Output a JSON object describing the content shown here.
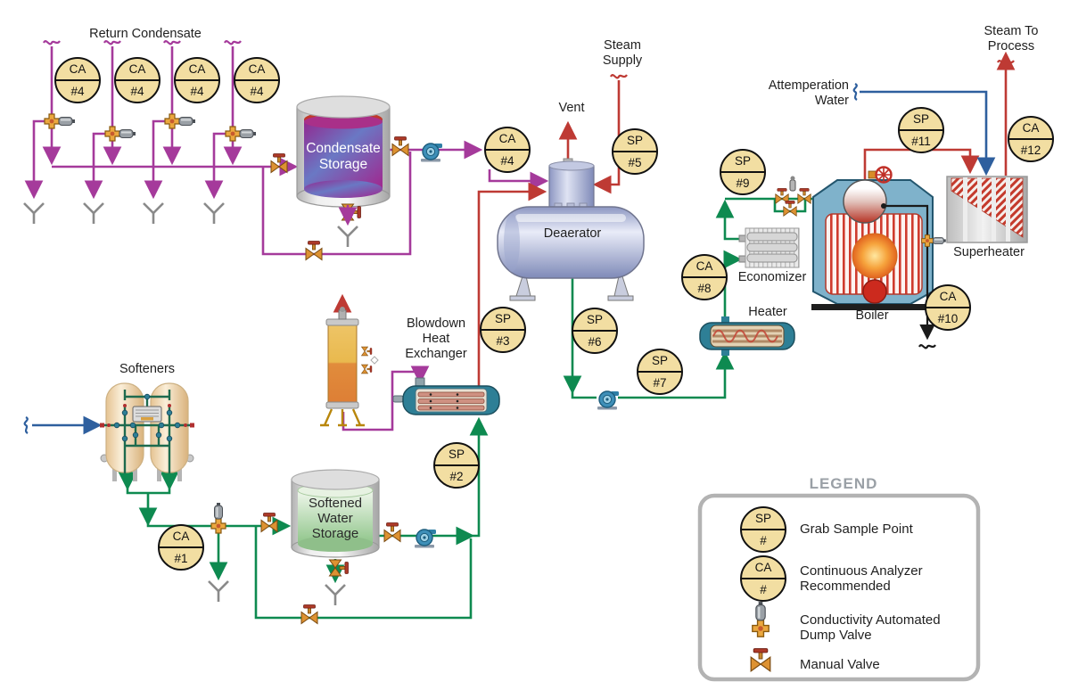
{
  "diagram": {
    "labels": {
      "return_condensate": "Return Condensate",
      "steam_supply_l1": "Steam",
      "steam_supply_l2": "Supply",
      "vent": "Vent",
      "deaerator": "Deaerator",
      "attemperation_l1": "Attemperation",
      "attemperation_l2": "Water",
      "steam_to_process_l1": "Steam To",
      "steam_to_process_l2": "Process",
      "superheater": "Superheater",
      "economizer": "Economizer",
      "heater": "Heater",
      "boiler": "Boiler",
      "blowdown_l1": "Blowdown",
      "blowdown_l2": "Heat",
      "blowdown_l3": "Exchanger",
      "softeners": "Softeners",
      "condensate_tank_l1": "Condensate",
      "condensate_tank_l2": "Storage",
      "softened_tank_l1": "Softened",
      "softened_tank_l2": "Water",
      "softened_tank_l3": "Storage"
    },
    "tags": [
      {
        "top": "CA",
        "bottom": "#4"
      },
      {
        "top": "CA",
        "bottom": "#4"
      },
      {
        "top": "CA",
        "bottom": "#4"
      },
      {
        "top": "CA",
        "bottom": "#4"
      },
      {
        "top": "CA",
        "bottom": "#4"
      },
      {
        "top": "SP",
        "bottom": "#5"
      },
      {
        "top": "SP",
        "bottom": "#3"
      },
      {
        "top": "SP",
        "bottom": "#6"
      },
      {
        "top": "SP",
        "bottom": "#7"
      },
      {
        "top": "CA",
        "bottom": "#8"
      },
      {
        "top": "SP",
        "bottom": "#9"
      },
      {
        "top": "SP",
        "bottom": "#11"
      },
      {
        "top": "CA",
        "bottom": "#12"
      },
      {
        "top": "CA",
        "bottom": "#10"
      },
      {
        "top": "SP",
        "bottom": "#2"
      },
      {
        "top": "CA",
        "bottom": "#1"
      }
    ],
    "legend": {
      "title": "LEGEND",
      "sp_symbol": {
        "top": "SP",
        "bottom": "#"
      },
      "ca_symbol": {
        "top": "CA",
        "bottom": "#"
      },
      "items": {
        "sp": "Grab Sample Point",
        "ca_l1": "Continuous Analyzer",
        "ca_l2": "Recommended",
        "dump_l1": "Conductivity Automated",
        "dump_l2": "Dump Valve",
        "manual": "Manual Valve"
      }
    },
    "colors": {
      "condensate_line": "#A53A9B",
      "steam_line": "#BE3A34",
      "feedwater_line": "#0E8A50",
      "raw_water_line": "#2E5F9E",
      "blowdown_line": "#1A1A1A",
      "tag_fill": "#F2DEA2",
      "legend_border": "#B3B3B3"
    }
  }
}
